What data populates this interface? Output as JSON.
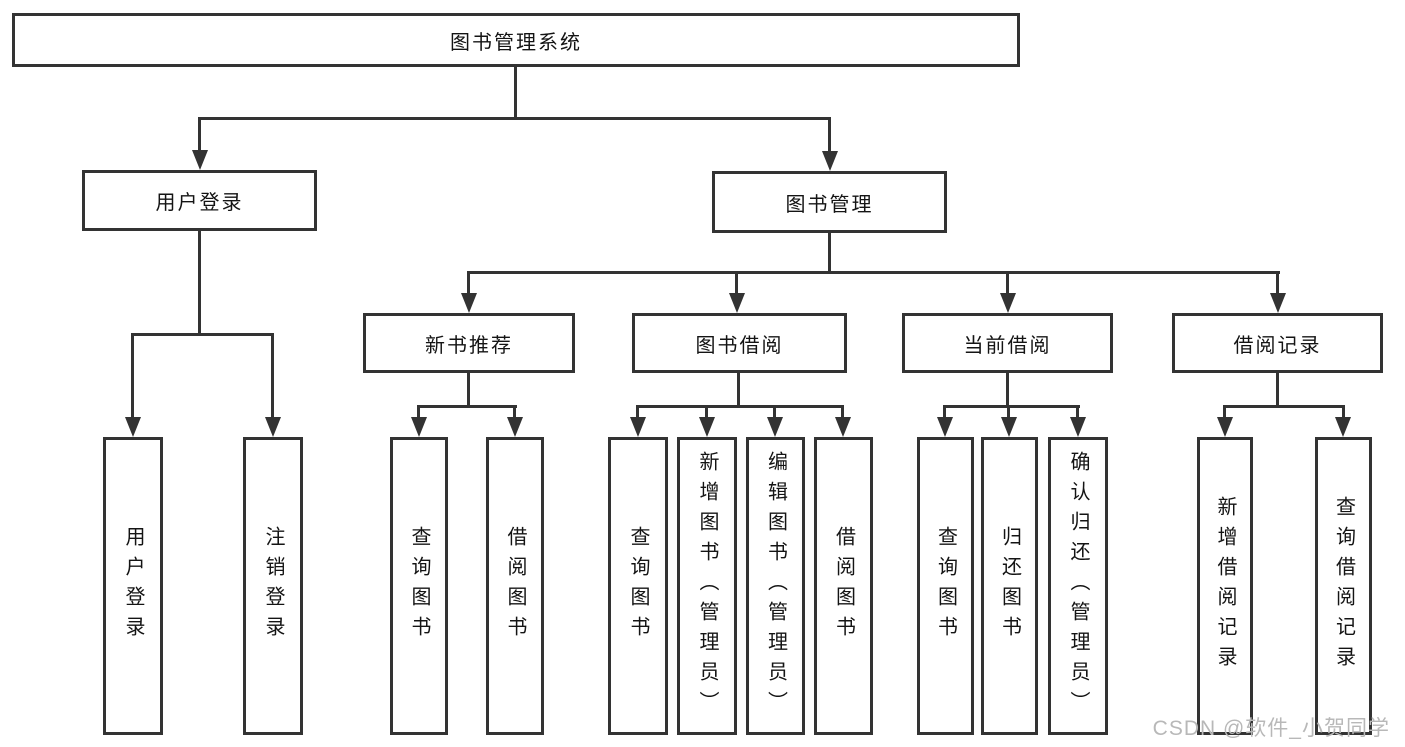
{
  "tree": {
    "root": {
      "label": "图书管理系统"
    },
    "children": [
      {
        "label": "用户登录",
        "children": [
          {
            "label": "用户登录"
          },
          {
            "label": "注销登录"
          }
        ]
      },
      {
        "label": "图书管理",
        "children": [
          {
            "label": "新书推荐",
            "children": [
              {
                "label": "查询图书"
              },
              {
                "label": "借阅图书"
              }
            ]
          },
          {
            "label": "图书借阅",
            "children": [
              {
                "label": "查询图书"
              },
              {
                "label": "新增图书（管理员）"
              },
              {
                "label": "编辑图书（管理员）"
              },
              {
                "label": "借阅图书"
              }
            ]
          },
          {
            "label": "当前借阅",
            "children": [
              {
                "label": "查询图书"
              },
              {
                "label": "归还图书"
              },
              {
                "label": "确认归还（管理员）"
              }
            ]
          },
          {
            "label": "借阅记录",
            "children": [
              {
                "label": "新增借阅记录"
              },
              {
                "label": "查询借阅记录"
              }
            ]
          }
        ]
      }
    ]
  },
  "watermark": "CSDN @软件_小贺同学",
  "colors": {
    "line": "#333333",
    "box_border": "#333333",
    "text": "#141414",
    "background": "#ffffff",
    "watermark": "#b8b8b8"
  }
}
